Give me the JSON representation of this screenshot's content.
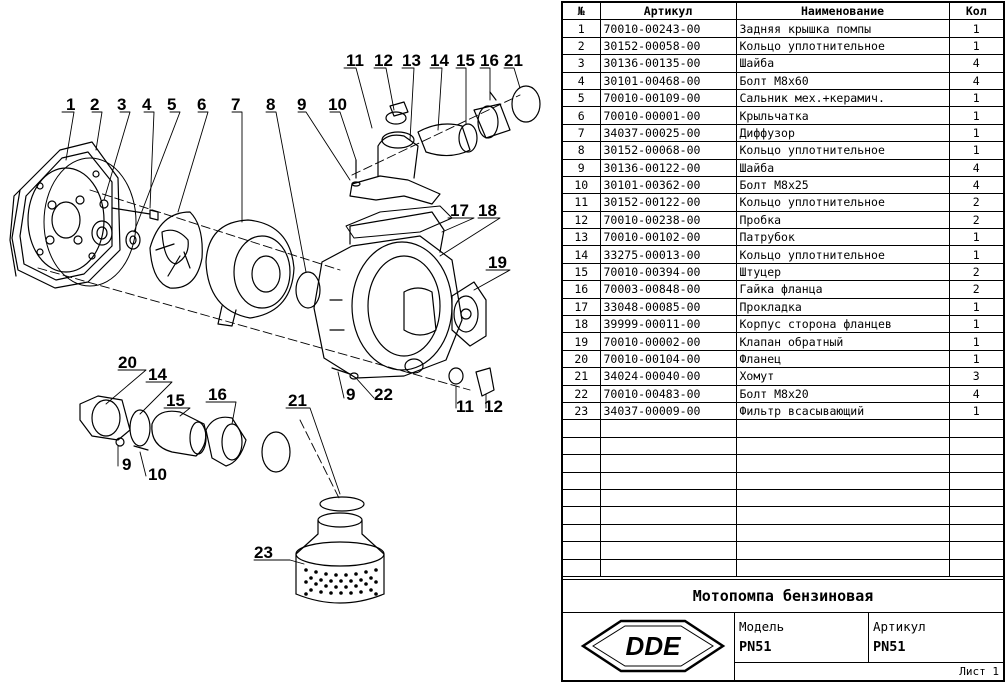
{
  "parts_table": {
    "headers": {
      "no": "№",
      "article": "Артикул",
      "name": "Наименование",
      "qty": "Кол"
    },
    "rows": [
      {
        "no": "1",
        "article": "70010-00243-00",
        "name": "Задняя крышка помпы",
        "qty": "1"
      },
      {
        "no": "2",
        "article": "30152-00058-00",
        "name": "Кольцо уплотнительное",
        "qty": "1"
      },
      {
        "no": "3",
        "article": "30136-00135-00",
        "name": "Шайба",
        "qty": "4"
      },
      {
        "no": "4",
        "article": "30101-00468-00",
        "name": "Болт M8x60",
        "qty": "4"
      },
      {
        "no": "5",
        "article": "70010-00109-00",
        "name": "Сальник мех.+керамич.",
        "qty": "1"
      },
      {
        "no": "6",
        "article": "70010-00001-00",
        "name": "Крыльчатка",
        "qty": "1"
      },
      {
        "no": "7",
        "article": "34037-00025-00",
        "name": "Диффузор",
        "qty": "1"
      },
      {
        "no": "8",
        "article": "30152-00068-00",
        "name": "Кольцо уплотнительное",
        "qty": "1"
      },
      {
        "no": "9",
        "article": "30136-00122-00",
        "name": "Шайба",
        "qty": "4"
      },
      {
        "no": "10",
        "article": "30101-00362-00",
        "name": "Болт M8x25",
        "qty": "4"
      },
      {
        "no": "11",
        "article": "30152-00122-00",
        "name": "Кольцо уплотнительное",
        "qty": "2"
      },
      {
        "no": "12",
        "article": "70010-00238-00",
        "name": "Пробка",
        "qty": "2"
      },
      {
        "no": "13",
        "article": "70010-00102-00",
        "name": "Патрубок",
        "qty": "1"
      },
      {
        "no": "14",
        "article": "33275-00013-00",
        "name": "Кольцо уплотнительное",
        "qty": "1"
      },
      {
        "no": "15",
        "article": "70010-00394-00",
        "name": "Штуцер",
        "qty": "2"
      },
      {
        "no": "16",
        "article": "70003-00848-00",
        "name": "Гайка фланца",
        "qty": "2"
      },
      {
        "no": "17",
        "article": "33048-00085-00",
        "name": "Прокладка",
        "qty": "1"
      },
      {
        "no": "18",
        "article": "39999-00011-00",
        "name": "Корпус сторона фланцев",
        "qty": "1"
      },
      {
        "no": "19",
        "article": "70010-00002-00",
        "name": "Клапан обратный",
        "qty": "1"
      },
      {
        "no": "20",
        "article": "70010-00104-00",
        "name": "Фланец",
        "qty": "1"
      },
      {
        "no": "21",
        "article": "34024-00040-00",
        "name": "Хомут",
        "qty": "3"
      },
      {
        "no": "22",
        "article": "70010-00483-00",
        "name": "Болт M8x20",
        "qty": "4"
      },
      {
        "no": "23",
        "article": "34037-00009-00",
        "name": "Фильтр всасывающий",
        "qty": "1"
      }
    ],
    "empty_rows": 9
  },
  "title_block": {
    "title": "Мотопомпа бензиновая",
    "logo_text": "DDE",
    "model_label": "Модель",
    "model_value": "PN51",
    "article_label": "Артикул",
    "article_value": "PN51",
    "sheet": "Лист 1"
  },
  "callouts": [
    "1",
    "2",
    "3",
    "4",
    "5",
    "6",
    "7",
    "8",
    "9",
    "10",
    "11",
    "12",
    "13",
    "14",
    "15",
    "16",
    "17",
    "18",
    "19",
    "20",
    "21",
    "22",
    "23"
  ]
}
